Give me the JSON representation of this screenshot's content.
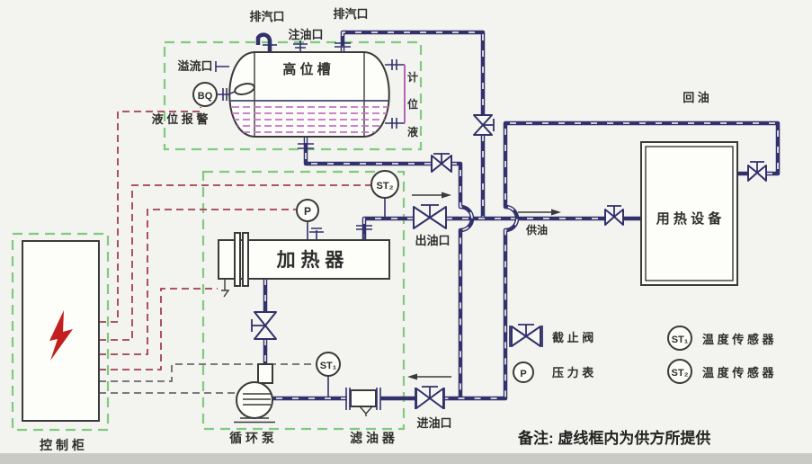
{
  "diagram": {
    "note": "备注: 虚线框内为供方所提供",
    "tank": {
      "name": "高 位 槽",
      "steam_vent_left": "排汽口",
      "steam_vent_right": "排汽口",
      "fill_port": "注油口",
      "overflow_port": "溢流口",
      "level_alarm": "液 位 报 警",
      "float_switch": "BQ",
      "level_gauge_chars": [
        "计",
        "位",
        "液"
      ]
    },
    "heater": {
      "name": "加 热 器"
    },
    "pump": {
      "label": "循 环 泵"
    },
    "filter": {
      "label": "滤 油 器"
    },
    "cabinet": {
      "label": "控 制 柜"
    },
    "equipment": {
      "name": "用 热 设 备"
    },
    "ports": {
      "outlet": "出油口",
      "inlet": "进油口"
    },
    "flow": {
      "supply": "供油",
      "return": "回 油"
    },
    "instruments": {
      "pressure": "P",
      "st1": "ST₁",
      "st2": "ST₂"
    },
    "legend": {
      "valve_label": "截 止 阀",
      "pressure_symbol": "P",
      "pressure_label": "压 力 表",
      "st1_symbol": "ST₁",
      "st1_label": "温 度 传 感 器",
      "st2_symbol": "ST₂",
      "st2_label": "温 度 传 感 器"
    },
    "colors": {
      "pipe": "#31316b",
      "supplier_scope_dash": "#7ecb7e",
      "control_wire": "#a24052",
      "liquid_hatch": "#c473c4",
      "lightning_bolt": "#c41f1f"
    }
  }
}
